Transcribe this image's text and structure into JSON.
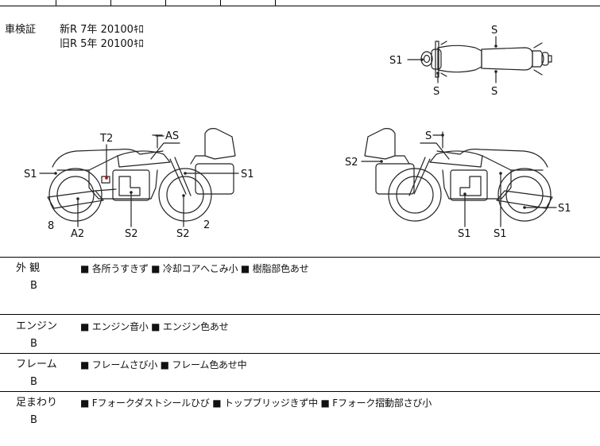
{
  "inspection": {
    "title": "車検証",
    "new_line": "新R  7年  20100ｷﾛ",
    "old_line": "旧R  5年  20100ｷﾛ"
  },
  "top_view_labels": {
    "s_top": "S",
    "s1_left": "S1",
    "s_bottom_left": "S",
    "s_bottom_right": "S"
  },
  "left_side_labels": {
    "t2": "T2",
    "as": "AS",
    "s1_left": "S1",
    "s1_right": "S1",
    "eight": "8",
    "a2": "A2",
    "s2_mid": "S2",
    "s2_right": "S2",
    "two": "2"
  },
  "right_side_labels": {
    "s_top": "S",
    "s2_left": "S2",
    "s1_right": "S1",
    "s1_bottom_left": "S1",
    "s1_bottom_right": "S1"
  },
  "sections": [
    {
      "label": "外  観",
      "grade": "B",
      "items": "■ 各所うすきず ■ 冷却コアへこみ小 ■ 樹脂部色あせ"
    },
    {
      "label": "エンジン",
      "grade": "B",
      "items": "■ エンジン音小 ■ エンジン色あせ"
    },
    {
      "label": "フレーム",
      "grade": "B",
      "items": "■ フレームさび小 ■ フレーム色あせ中"
    },
    {
      "label": "足まわり",
      "grade": "B",
      "items": "■ Fフォークダストシールひび ■ トップブリッジきず中 ■ Fフォーク摺動部さび小"
    }
  ]
}
